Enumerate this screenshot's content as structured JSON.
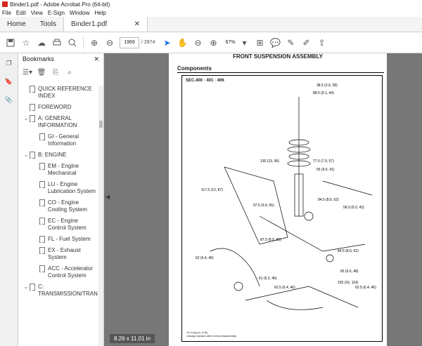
{
  "window": {
    "title": "Binder1.pdf - Adobe Acrobat Pro (64-bit)"
  },
  "menu": [
    "File",
    "Edit",
    "View",
    "E-Sign",
    "Window",
    "Help"
  ],
  "tabs": {
    "home": "Home",
    "tools": "Tools",
    "document": "Binder1.pdf"
  },
  "toolbar": {
    "page_current": "1969",
    "page_total": "/ 2974",
    "zoom": "67%"
  },
  "bookmarks": {
    "title": "Bookmarks",
    "items": [
      {
        "level": 1,
        "expandable": false,
        "label": "QUICK REFERENCE INDEX"
      },
      {
        "level": 1,
        "expandable": false,
        "label": "FOREWORD"
      },
      {
        "level": 1,
        "expandable": true,
        "label": "A: GENERAL INFORMATION"
      },
      {
        "level": 2,
        "expandable": false,
        "label": "GI - General Information"
      },
      {
        "level": 1,
        "expandable": true,
        "label": "B: ENGINE"
      },
      {
        "level": 2,
        "expandable": false,
        "label": "EM - Engine Mechanical"
      },
      {
        "level": 2,
        "expandable": false,
        "label": "LU - Engine Lubrication System"
      },
      {
        "level": 2,
        "expandable": false,
        "label": "CO - Engine Cooling System"
      },
      {
        "level": 2,
        "expandable": false,
        "label": "EC - Engine Control System"
      },
      {
        "level": 2,
        "expandable": false,
        "label": "FL - Fuel System"
      },
      {
        "level": 2,
        "expandable": false,
        "label": "EX - Exhaust System"
      },
      {
        "level": 2,
        "expandable": false,
        "label": "ACC - Accelerator Control System"
      },
      {
        "level": 1,
        "expandable": true,
        "label": "C: TRANSMISSION/TRANSAXLE"
      }
    ]
  },
  "page": {
    "heading": "FRONT SUSPENSION ASSEMBLY",
    "section": "Components",
    "sec_ref": "SEC.400 · 401 · 406",
    "size_label": "8.26 x 11.01 in",
    "legend_torque": ": N·m (kg-m, ft-lb)",
    "legend_replace": ": Always replace after every disassembly.",
    "torques": [
      "38.5 (3.9, 28)",
      "88.5 (9.1, 44)",
      "130 (13, 96)",
      "77.5 (7.9, 57)",
      "55 (5.6, 41)",
      "117.5 (12, 87)",
      "97.5 (9.9, 65)",
      "84.5 (8.6, 62)",
      "58.9 (6.0, 43)",
      "87.5 (8.9, 65)",
      "84.5 (8.6, 62)",
      "62 (6.4, 46)",
      "61 (6.2, 45)",
      "65 (6.6, 48)",
      "62.5 (6.4, 46)",
      "155 (16, 114)",
      "62.5 (6.4, 46)"
    ]
  }
}
